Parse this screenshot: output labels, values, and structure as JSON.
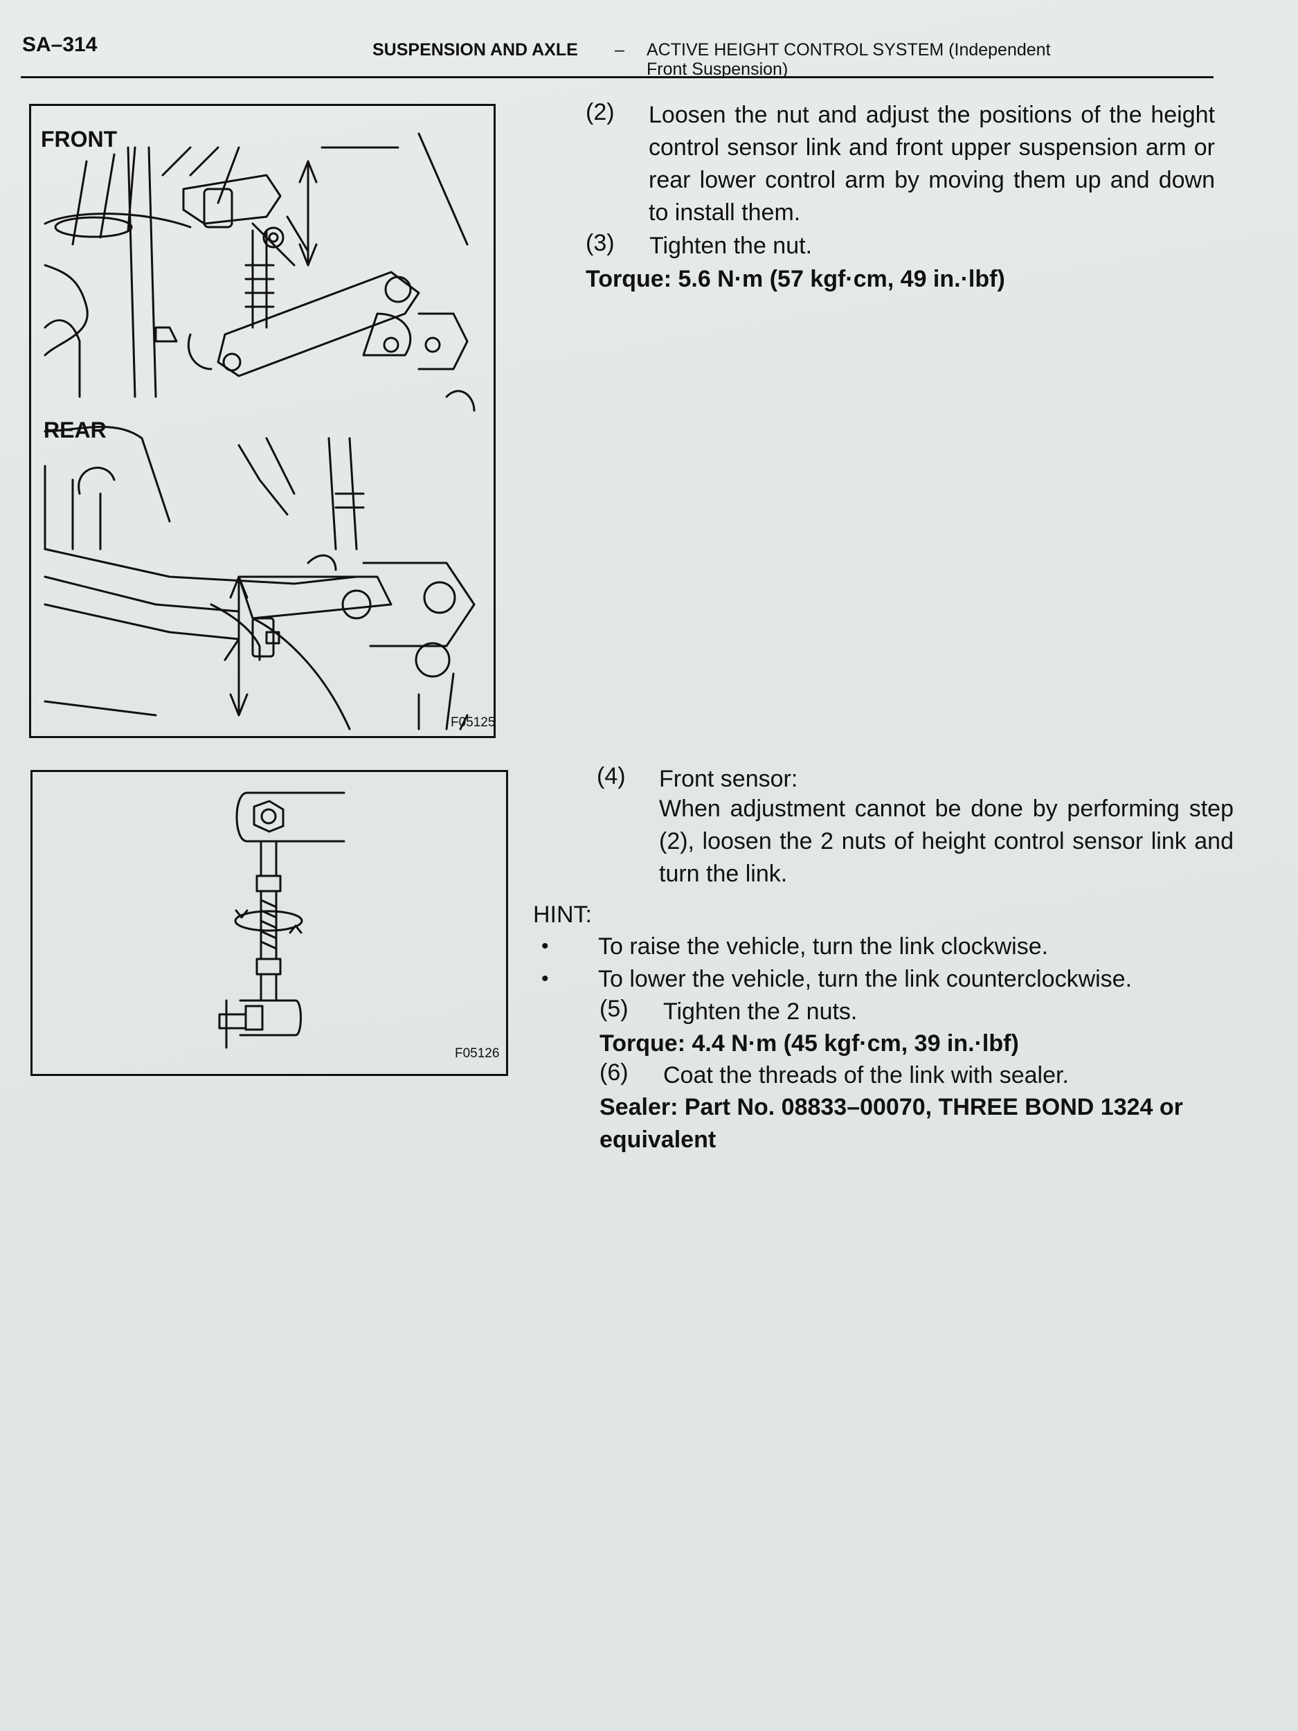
{
  "header": {
    "page_number": "SA–314",
    "section": "SUSPENSION AND AXLE",
    "dash": "–",
    "subsection_line1": "ACTIVE HEIGHT CONTROL SYSTEM (Independent",
    "subsection_line2": "Front Suspension)"
  },
  "figure1": {
    "label_front": "FRONT",
    "label_rear": "REAR",
    "code": "F05125"
  },
  "figure2": {
    "code": "F05126"
  },
  "steps": [
    {
      "num": "(2)",
      "text": "Loosen the nut and adjust the positions of the height control sensor link and front upper suspension arm or rear lower control arm by moving them up and down to install them."
    },
    {
      "num": "(3)",
      "text": "Tighten the nut."
    },
    {
      "torque": "Torque: 5.6 N·m (57 kgf·cm, 49 in.·lbf)"
    },
    {
      "num": "(4)",
      "title": "Front sensor:",
      "text": "When adjustment cannot be done by performing step (2), loosen the 2 nuts of height control sensor link and turn the link."
    }
  ],
  "hint": {
    "label": "HINT:",
    "bullets": [
      "To raise the vehicle, turn the link clockwise.",
      "To lower the vehicle, turn the link counterclockwise."
    ]
  },
  "steps2": [
    {
      "num": "(5)",
      "text": "Tighten the 2 nuts."
    },
    {
      "torque": "Torque: 4.4 N·m (45 kgf·cm, 39 in.·lbf)"
    },
    {
      "num": "(6)",
      "text": "Coat the threads of the link with sealer."
    },
    {
      "sealer": "Sealer: Part No. 08833–00070, THREE BOND 1324 or equivalent"
    }
  ]
}
